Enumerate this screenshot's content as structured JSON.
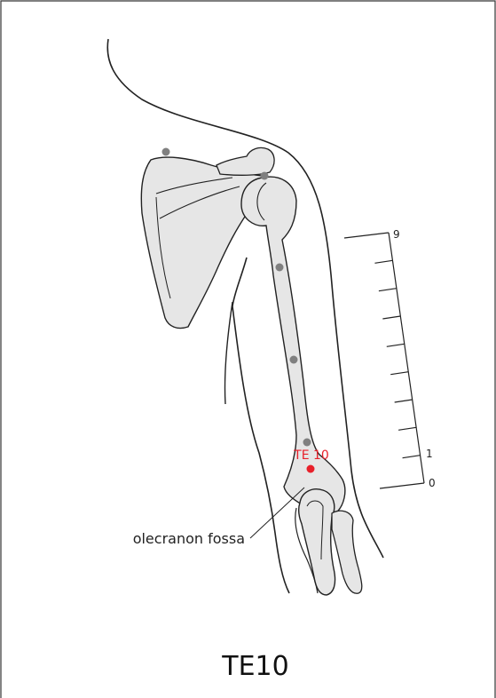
{
  "title": "TE10",
  "point_label": "TE 10",
  "annotation": "olecranon fossa",
  "scale": {
    "top_label": "9",
    "one_label": "1",
    "zero_label": "0",
    "divisions": 9
  },
  "colors": {
    "bone_fill": "#e6e6e6",
    "outline": "#222222",
    "point_gray": "#808080",
    "point_red": "#e8202a",
    "frame": "#333333"
  }
}
